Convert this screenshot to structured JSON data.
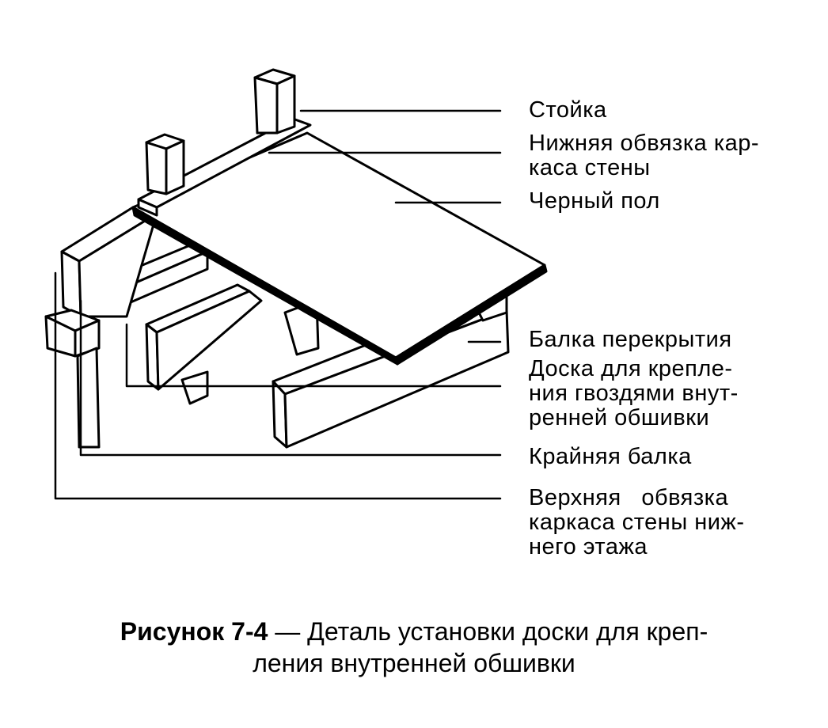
{
  "labels": {
    "stud": "Стойка",
    "bottom_plate": "Нижняя обвязка кар-\nкаса стены",
    "subfloor": "Черный пол",
    "joist": "Балка перекрытия",
    "nailing_board": "Доска для крепле-\nния гвоздями внут-\nренней обшивки",
    "rim_joist": "Крайняя балка",
    "top_plate": "Верхняя   обвязка\nкаркаса стены ниж-\nнего этажа"
  },
  "caption": {
    "head": "Рисунок 7-4",
    "text": " — Деталь установки доски для креп-\nления  внутренней обшивки"
  }
}
